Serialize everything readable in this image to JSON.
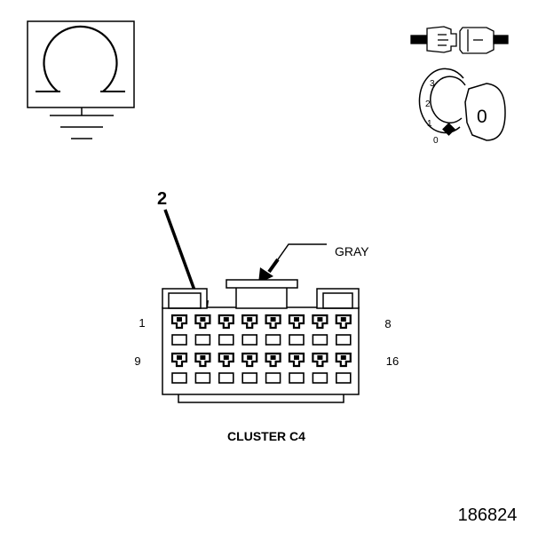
{
  "meter": {
    "symbol": "Ω"
  },
  "ignition": {
    "positions": [
      "3",
      "2",
      "1",
      "0"
    ],
    "key_mark": "0"
  },
  "connector": {
    "callout": "2",
    "color_label": "GRAY",
    "pin_labels": {
      "top_left": "1",
      "top_right": "8",
      "bottom_left": "9",
      "bottom_right": "16"
    },
    "name": "CLUSTER C4",
    "pin_rows": 2,
    "pins_per_row": 8
  },
  "figure_number": "186824",
  "colors": {
    "ink": "#000000",
    "paper": "#ffffff"
  }
}
